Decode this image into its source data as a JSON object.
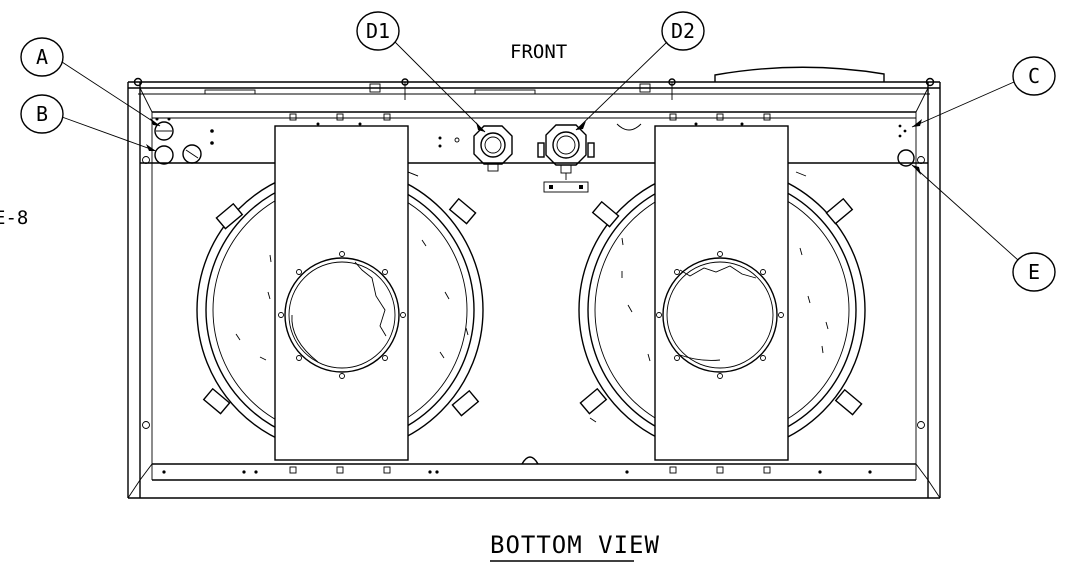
{
  "labels": {
    "front": "FRONT",
    "view_title": "BOTTOM VIEW",
    "side_fragment": "E-8"
  },
  "callouts": {
    "a": "A",
    "b": "B",
    "c": "C",
    "d1": "D1",
    "d2": "D2",
    "e": "E"
  },
  "colors": {
    "ink": "#000000",
    "paper": "#ffffff"
  }
}
